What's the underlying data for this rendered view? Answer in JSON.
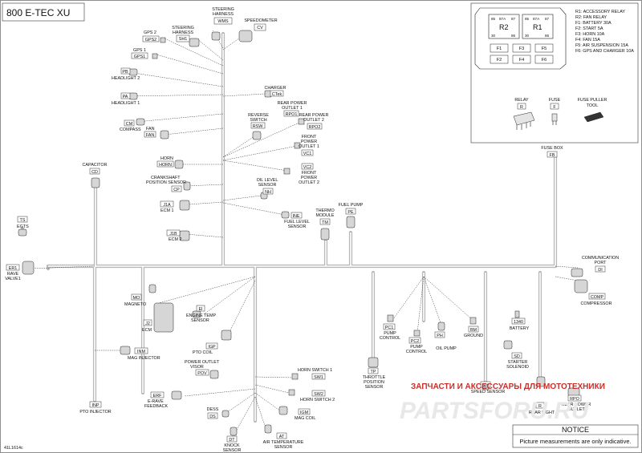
{
  "title": "800 E-TEC XU",
  "figure_code": "41L1614c",
  "components": [
    {
      "code": "WMS",
      "label": [
        "STEERING",
        "HARNESS"
      ]
    },
    {
      "code": "CV",
      "label": [
        "SPEEDOMETER"
      ]
    },
    {
      "code": "SH1",
      "label": [
        "STEERING",
        "HARNESS"
      ]
    },
    {
      "code": "GPS2",
      "label": [
        "GPS 2"
      ]
    },
    {
      "code": "GPS1",
      "label": [
        "GPS 1"
      ]
    },
    {
      "code": "PB",
      "label": [
        "HEADLIGHT 2"
      ]
    },
    {
      "code": "PA",
      "label": [
        "HEADLIGHT 1"
      ]
    },
    {
      "code": "CM",
      "label": [
        "COMPASS"
      ]
    },
    {
      "code": "FAN",
      "label": [
        "FAN"
      ]
    },
    {
      "code": "CTek",
      "label": [
        "CHARGER"
      ]
    },
    {
      "code": "RPO1",
      "label": [
        "REAR POWER",
        "OUTLET 1"
      ]
    },
    {
      "code": "RSW",
      "label": [
        "REVERSE",
        "SWITCH"
      ]
    },
    {
      "code": "RPO2",
      "label": [
        "REAR POWER",
        "OUTLET 2"
      ]
    },
    {
      "code": "VC1",
      "label": [
        "FRONT",
        "POWER",
        "OUTLET 1"
      ]
    },
    {
      "code": "VC2",
      "label": [
        "FRONT",
        "POWER",
        "OUTLET 2"
      ]
    },
    {
      "code": "HORN",
      "label": [
        "HORN"
      ]
    },
    {
      "code": "CP",
      "label": [
        "CRANKSHAFT",
        "POSITION SENSOR"
      ]
    },
    {
      "code": "NH",
      "label": [
        "OIL LEVEL",
        "SENSOR"
      ]
    },
    {
      "code": "J1A",
      "label": [
        "ECM 1"
      ]
    },
    {
      "code": "INE",
      "label": [
        "FUEL LEVEL",
        "SENSOR"
      ]
    },
    {
      "code": "TM",
      "label": [
        "THERMO",
        "MODULE"
      ]
    },
    {
      "code": "PE",
      "label": [
        "FUEL PUMP"
      ]
    },
    {
      "code": "J1B",
      "label": [
        "ECM 2"
      ]
    },
    {
      "code": "CD",
      "label": [
        "CAPACITOR"
      ]
    },
    {
      "code": "TS",
      "label": [
        "EGTS"
      ]
    },
    {
      "code": "ER1",
      "label": [
        "RAVE",
        "VALVE1"
      ]
    },
    {
      "code": "FB",
      "label": [
        "FUSE BOX"
      ]
    },
    {
      "code": "DI",
      "label": [
        "COMMUNICATION",
        "PORT"
      ]
    },
    {
      "code": "COMP",
      "label": [
        "COMPRESSOR"
      ]
    },
    {
      "code": "MO",
      "label": [
        "MAGNETO"
      ]
    },
    {
      "code": "J2",
      "label": [
        "ECM"
      ]
    },
    {
      "code": "EI",
      "label": [
        "ENGINE TEMP",
        "SENSOR"
      ]
    },
    {
      "code": "IGP",
      "label": [
        "PTO COIL"
      ]
    },
    {
      "code": "INM",
      "label": [
        "MAG INJECTOR"
      ]
    },
    {
      "code": "PC1",
      "label": [
        "PUMP",
        "CONTROL"
      ]
    },
    {
      "code": "PC2",
      "label": [
        "PUMP",
        "CONTROL"
      ]
    },
    {
      "code": "PH",
      "label": [
        "OIL PUMP"
      ]
    },
    {
      "code": "BM",
      "label": [
        "GROUND"
      ]
    },
    {
      "code": "1340",
      "label": [
        "BATTERY"
      ]
    },
    {
      "code": "SD",
      "label": [
        "STARTER",
        "SOLENOID"
      ]
    },
    {
      "code": "TP",
      "label": [
        "THROTTLE",
        "POSITION",
        "SENSOR"
      ]
    },
    {
      "code": "NY",
      "label": [
        "SPEED SENSOR"
      ]
    },
    {
      "code": "RPO",
      "label": [
        "REAR POWER",
        "OUTLET"
      ]
    },
    {
      "code": "R",
      "label": [
        "REAR LIGHT"
      ]
    },
    {
      "code": "POV",
      "label": [
        "POWER OUTLET",
        "VISOR"
      ]
    },
    {
      "code": "SW1",
      "label": [
        "HORN SWITCH 1"
      ]
    },
    {
      "code": "SW2",
      "label": [
        "HORN SWITCH 2"
      ]
    },
    {
      "code": "ERF",
      "label": [
        "E-RAVE",
        "FEEDBACK"
      ]
    },
    {
      "code": "IGM",
      "label": [
        "MAG COIL"
      ]
    },
    {
      "code": "DS",
      "label": [
        "DESS"
      ]
    },
    {
      "code": "AT",
      "label": [
        "AIR TEMPERATURE",
        "SENSOR"
      ]
    },
    {
      "code": "DT",
      "label": [
        "KNOCK",
        "SENSOR"
      ]
    },
    {
      "code": "INP",
      "label": [
        "PTO INJECTOR"
      ]
    }
  ],
  "fuse_box": {
    "legend": [
      "R1: ACCESSORY RELAY",
      "R2: FAN RELAY",
      "F1: BATTERY 30A",
      "F2: START 5A",
      "F3: HORN 10A",
      "F4: FAN 15A",
      "F5: AIR SUSPENSION 15A",
      "F6: GPS AND CHARGER 10A"
    ],
    "relays": [
      {
        "name": "R2",
        "pins": [
          "85",
          "87A",
          "87",
          "30",
          "86"
        ]
      },
      {
        "name": "R1",
        "pins": [
          "85",
          "87A",
          "87",
          "30",
          "86"
        ]
      }
    ],
    "fuses": [
      "F1",
      "F3",
      "F5",
      "F2",
      "F4",
      "F6"
    ],
    "parts": [
      {
        "label": "RELAY",
        "code": "R"
      },
      {
        "label": "FUSE",
        "code": "F"
      },
      {
        "label": "FUSE PULLER",
        "label2": "TOOL"
      }
    ]
  },
  "watermark": {
    "line1": "ЗАПЧАСТИ И АКСЕССУАРЫ ДЛЯ МОТОТЕХНИКИ",
    "line2": "PARTSFORU.RU"
  },
  "notice": {
    "heading": "NOTICE",
    "text": "Picture measurements are only indicative."
  }
}
